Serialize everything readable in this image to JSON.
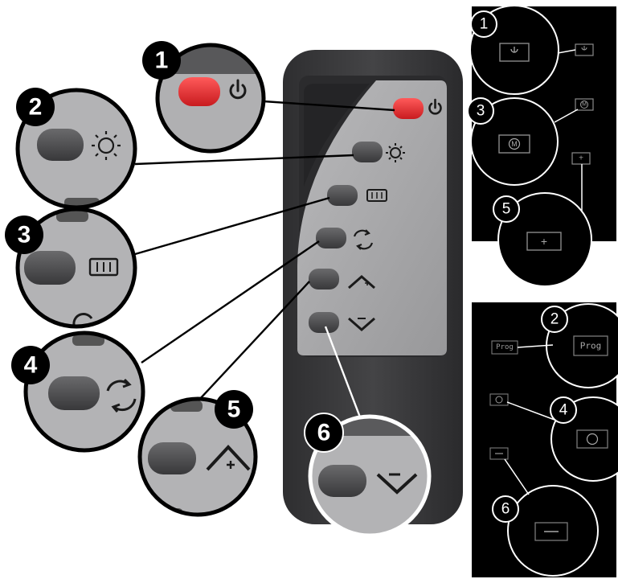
{
  "callouts": [
    "1",
    "2",
    "3",
    "4",
    "5",
    "6"
  ],
  "panel_top": {
    "callouts": [
      "1",
      "3",
      "5"
    ]
  },
  "panel_bottom": {
    "callouts": [
      "2",
      "4",
      "6"
    ],
    "prog_label": "Prog"
  },
  "icons": {
    "m_letter": "M",
    "plus": "+",
    "minus": "-",
    "power": "power-icon"
  },
  "colors": {
    "power_button": "#e8282c",
    "body": "#3a3a3c",
    "face": "#a7a7a9",
    "button": "#4b4b4d",
    "panel": "#000000"
  }
}
